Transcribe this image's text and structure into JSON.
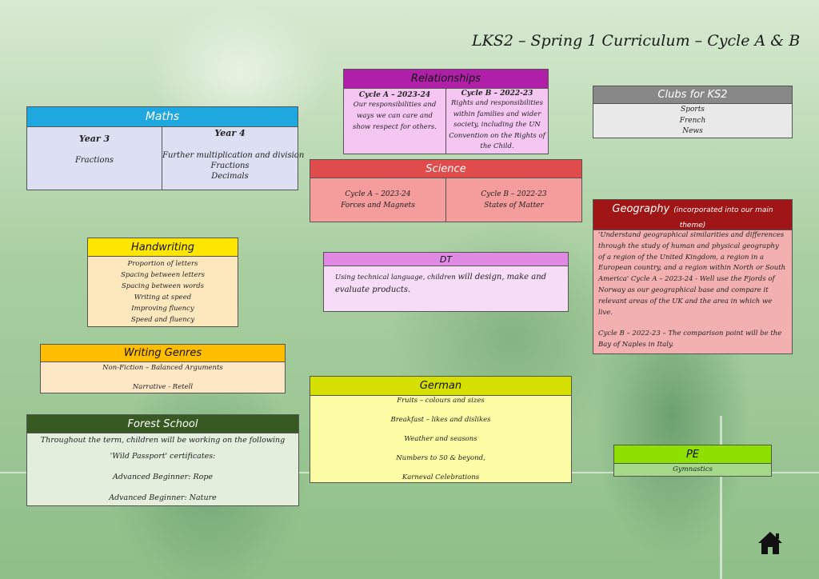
{
  "page": {
    "title": "LKS2 – Spring 1 Curriculum – Cycle A & B"
  },
  "maths": {
    "header": "Maths",
    "year3": {
      "title": "Year 3",
      "lines": [
        "Fractions"
      ]
    },
    "year4": {
      "title": "Year 4",
      "lines": [
        "Further multiplication and division",
        "Fractions",
        "Decimals"
      ]
    },
    "color": "#1fa7e0"
  },
  "relationships": {
    "header": "Relationships",
    "cycle_a": {
      "title": "Cycle A – 2023-24",
      "text": "Our responsibilities and ways we can care and show respect for others."
    },
    "cycle_b": {
      "title": "Cycle B – 2022-23",
      "text": "Rights and responsibilities within families and wider society, including the UN Convention on the Rights of the Child."
    },
    "color": "#b01fa8"
  },
  "clubs": {
    "header": "Clubs for KS2",
    "lines": [
      "Sports",
      "French",
      "News"
    ],
    "color": "#888888"
  },
  "science": {
    "header": "Science",
    "cycle_a": [
      "Cycle A – 2023-24",
      "Forces and Magnets"
    ],
    "cycle_b": [
      "Cycle B – 2022-23",
      "States of Matter"
    ],
    "color": "#e04b4b"
  },
  "geography": {
    "header": "Geography",
    "header_note": "(incorporated into our main theme)",
    "paragraph1": "'Understand geographical similarities and differences through the study of human and physical geography of a region of the United Kingdom, a region in a European country, and a region within North or South America' Cycle A – 2023-24 - Well use the Fjords of Norway as our geographical base and compare it relevant areas of the UK and the area in which we live.",
    "paragraph2": "Cycle B – 2022-23 – The comparison point will be the Bay of Naples in Italy.",
    "color": "#a01515"
  },
  "handwriting": {
    "header": "Handwriting",
    "lines": [
      "Proportion of letters",
      "Spacing between letters",
      "Spacing between words",
      "Writing at speed",
      "Improving fluency",
      "Speed and fluency"
    ],
    "color": "#ffe600"
  },
  "dt": {
    "header": "DT",
    "text_a": "Using technical language, children ",
    "text_b": "will design, make and evaluate products.",
    "color": "#e08ae6"
  },
  "writing_genres": {
    "header": "Writing Genres",
    "lines": [
      "Non-Fiction – Balanced Arguments",
      "Narrative - Retell"
    ],
    "color": "#ffbd00"
  },
  "german": {
    "header": "German",
    "lines": [
      "Fruits – colours and sizes",
      "Breakfast – likes and dislikes",
      "Weather and seasons",
      "Numbers to 50 & beyond,",
      "Karneval Celebrations"
    ],
    "color": "#d6e000"
  },
  "forest_school": {
    "header": "Forest School",
    "lines": [
      "Throughout the term, children will be working on the following",
      "'Wild Passport' certificates:",
      "Advanced Beginner: Rope",
      "Advanced Beginner: Nature"
    ],
    "color": "#375a23"
  },
  "pe": {
    "header": "PE",
    "lines": [
      "Gymnastics"
    ],
    "color": "#8ee000"
  }
}
